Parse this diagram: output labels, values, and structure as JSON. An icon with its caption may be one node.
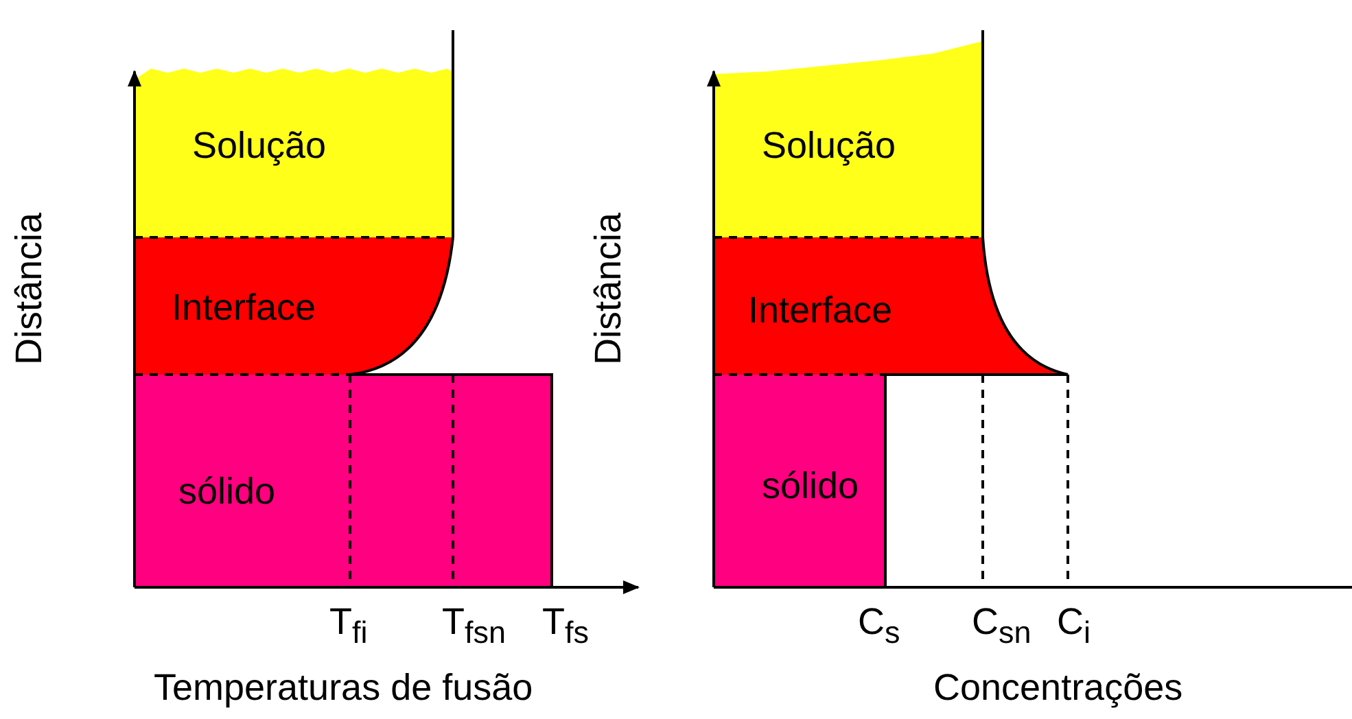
{
  "diagram": {
    "nodes": [
      {
        "text": [
          "Solução"
        ]
      },
      {
        "text": [
          "Interface"
        ]
      },
      {
        "text": [
          "sólido"
        ]
      },
      {
        "text": [
          "Solução"
        ]
      },
      {
        "text": [
          "Interface"
        ]
      },
      {
        "text": [
          "sólido"
        ]
      }
    ],
    "labels": [
      "Distância",
      "T$_{fi}$",
      "T$_{fsn}$",
      "T$_{fs}$",
      "Temperaturas de fusão",
      "Distância",
      "C$_{s}$",
      "C$_{sn}$",
      "C$_{i}$",
      "Concentrações"
    ]
  }
}
